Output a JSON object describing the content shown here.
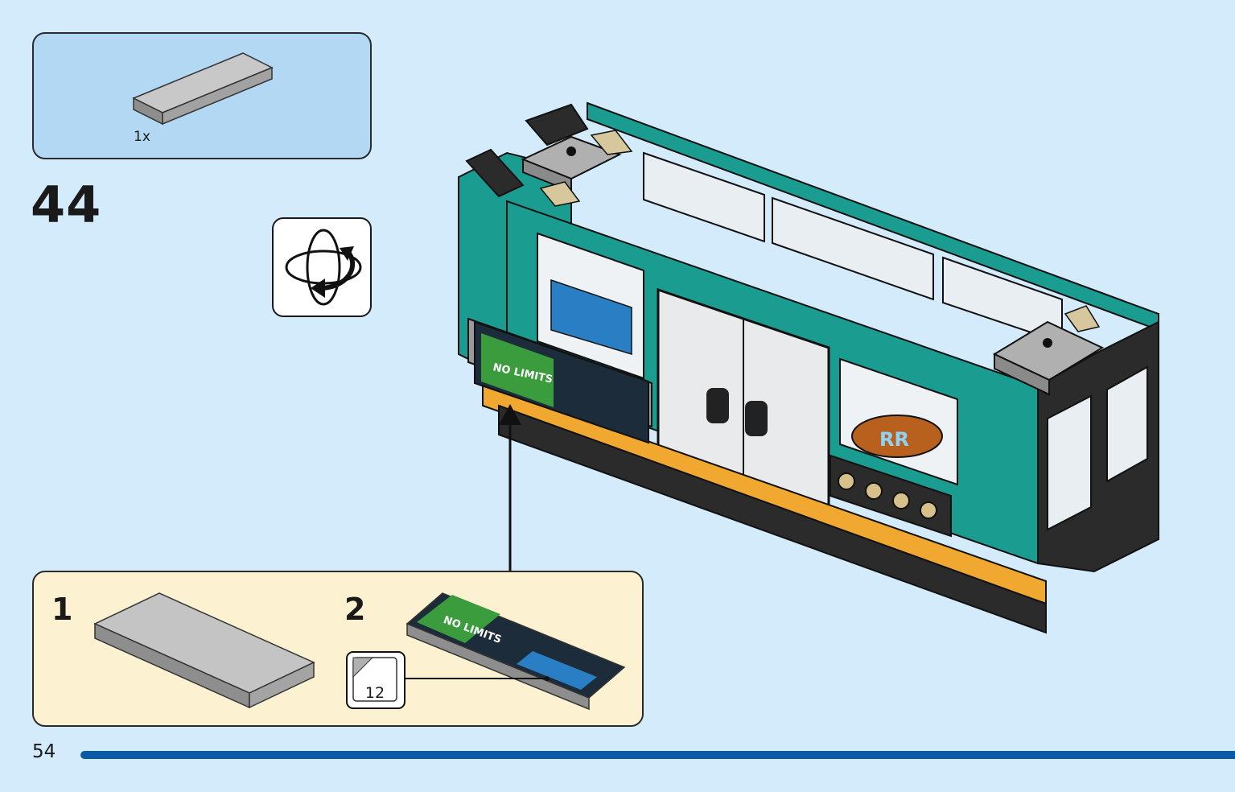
{
  "parts_box": {
    "quantity": "1x",
    "icon": "grey-flat-tile-icon"
  },
  "step": {
    "number": "44"
  },
  "rotate": {
    "icon": "rotate-model-icon"
  },
  "sub_steps": {
    "items": [
      {
        "label": "1"
      },
      {
        "label": "2"
      }
    ],
    "sticker_number": "12",
    "sticker_text": "NO LIMITS"
  },
  "model": {
    "sticker_text": "NO LIMITS",
    "badge_text": "RR"
  },
  "footer": {
    "page_number": "54",
    "bar_color": "#0a5aa8"
  },
  "colors": {
    "background": "#d3ebfb",
    "parts_box": "#b3d8f4",
    "sub_box": "#fcf2d2",
    "teal": "#1a9c90",
    "grey_tile": "#a8a8a8"
  }
}
